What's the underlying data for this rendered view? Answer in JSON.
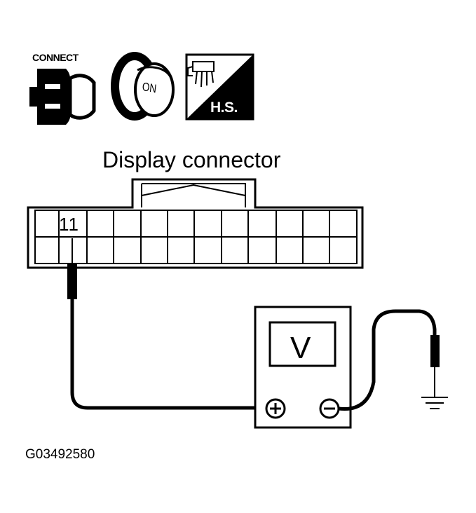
{
  "icons": {
    "connect_label": "CONNECT",
    "on_label": "ON",
    "hs_label": "H.S."
  },
  "connector": {
    "title": "Display connector",
    "pin_label": "11"
  },
  "meter": {
    "symbol": "V"
  },
  "figure_id": "G03492580"
}
